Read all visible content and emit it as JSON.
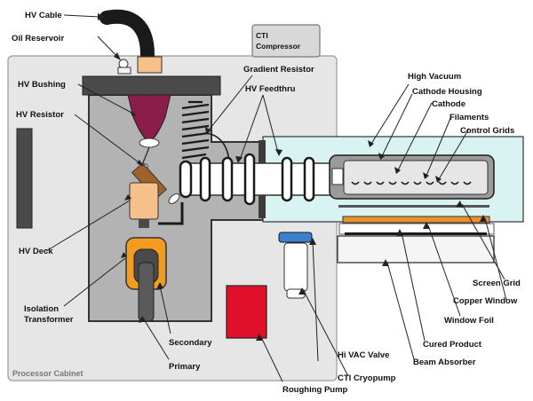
{
  "labels": {
    "hv_cable": "HV Cable",
    "oil_reservoir": "Oil Reservoir",
    "hv_bushing": "HV Bushing",
    "hv_resistor": "HV Resistor",
    "hv_deck": "HV Deck",
    "isolation_transformer_1": "Isolation",
    "isolation_transformer_2": "Transformer",
    "secondary": "Secondary",
    "primary": "Primary",
    "processor_cabinet": "Processor Cabinet",
    "cti_compressor_1": "CTI",
    "cti_compressor_2": "Compressor",
    "gradient_resistor": "Gradient Resistor",
    "hv_feedthru": "HV Feedthru",
    "high_vacuum": "High Vacuum",
    "cathode_housing": "Cathode Housing",
    "cathode": "Cathode",
    "filaments": "Filaments",
    "control_grids": "Control Grids",
    "screen_grid": "Screen Grid",
    "copper_window": "Copper Window",
    "window_foil": "Window Foil",
    "cured_product": "Cured Product",
    "beam_absorber": "Beam Absorber",
    "hi_vac_valve": "Hi VAC Valve",
    "cti_cryopump": "CTI Cryopump",
    "roughing_pump": "Roughing Pump"
  },
  "colors": {
    "cabinet": "#e6e6e6",
    "vacuum_zone": "#d9f2f2",
    "bushing": "#8a1e4a",
    "deck": "#f5c08a",
    "transformer": "#f39c1f",
    "roughing_pump": "#e0102a",
    "copper_window": "#e8902a",
    "cryopump_valve": "#3a7fd0"
  }
}
